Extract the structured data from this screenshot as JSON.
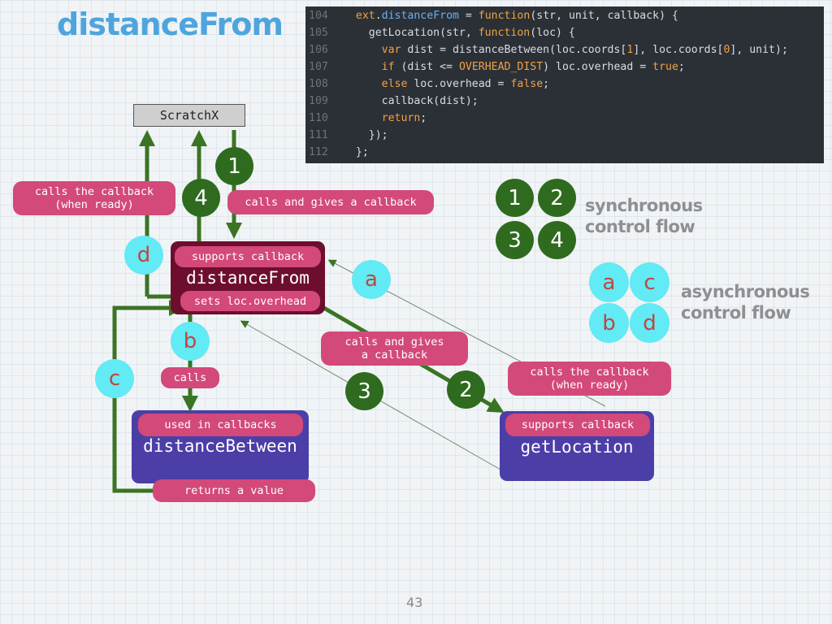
{
  "title": "distanceFrom",
  "code": {
    "lines": [
      {
        "num": "104",
        "html": "  <span class='kw'>ext</span>.<span class='fn'>distanceFrom</span> = <span class='kw'>function</span>(str, unit, callback) {"
      },
      {
        "num": "105",
        "html": "    getLocation(str, <span class='kw'>function</span>(loc) {"
      },
      {
        "num": "106",
        "html": "      <span class='kw'>var</span> dist = distanceBetween(loc.coords[<span class='str'>1</span>], loc.coords[<span class='str'>0</span>], unit);"
      },
      {
        "num": "107",
        "html": "      <span class='kw'>if</span> (dist &lt;= <span class='str'>OVERHEAD_DIST</span>) loc.overhead = <span class='kw'>true</span>;"
      },
      {
        "num": "108",
        "html": "      <span class='kw'>else</span> loc.overhead = <span class='kw'>false</span>;"
      },
      {
        "num": "109",
        "html": "      callback(dist);"
      },
      {
        "num": "110",
        "html": "      <span class='kw'>return</span>;"
      },
      {
        "num": "111",
        "html": "    });"
      },
      {
        "num": "112",
        "html": "  };"
      }
    ]
  },
  "nodes": {
    "scratchx": "ScratchX",
    "distance_from": {
      "label": "distanceFrom",
      "tag_top": "supports callback",
      "tag_bottom": "sets loc.overhead"
    },
    "distance_between": {
      "label": "distanceBetween",
      "tag": "used in callbacks"
    },
    "get_location": {
      "label": "getLocation",
      "tag": "supports callback"
    }
  },
  "edge_labels": {
    "calls_callback_left": "calls the callback\n(when ready)",
    "calls_gives_callback_top": "calls and gives a callback",
    "calls_gives_callback_mid": "calls and gives\na callback",
    "calls_callback_right": "calls the callback\n(when ready)",
    "calls": "calls",
    "returns_value": "returns a value"
  },
  "markers": {
    "sync": [
      "1",
      "2",
      "3",
      "4"
    ],
    "async": [
      "a",
      "b",
      "c",
      "d"
    ]
  },
  "legend": {
    "sync_label": "synchronous\ncontrol flow",
    "async_label": "asynchronous\ncontrol flow"
  },
  "colors": {
    "arrow_green": "#3a7424",
    "pill_pink": "#d3497a",
    "box_purple": "#4b3fa7",
    "box_maroon": "#6d0e2e",
    "circle_green": "#2e6b1e",
    "circle_cyan": "#62eaf5"
  },
  "page_number": "43"
}
